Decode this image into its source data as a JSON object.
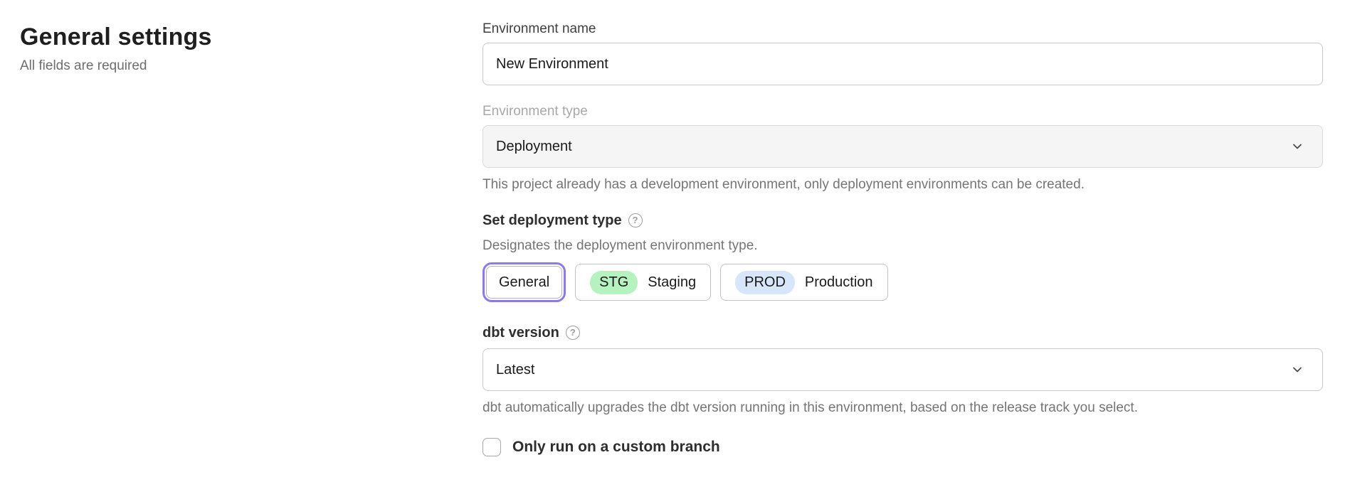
{
  "page": {
    "title": "General settings",
    "subtitle": "All fields are required"
  },
  "icons": {
    "help_glyph": "?"
  },
  "colors": {
    "accent_purple": "#8a7ce8",
    "badge_green": "#b6f2c0",
    "badge_blue": "#d8e6fb",
    "disabled_bg": "#f5f5f5"
  },
  "form": {
    "environment_name": {
      "label": "Environment name",
      "value": "New Environment"
    },
    "environment_type": {
      "label": "Environment type",
      "value": "Deployment",
      "disabled": true,
      "helper": "This project already has a development environment, only deployment environments can be created."
    },
    "deployment_type": {
      "label": "Set deployment type",
      "description": "Designates the deployment environment type.",
      "options": [
        {
          "label": "General",
          "selected": true
        },
        {
          "badge": "STG",
          "label": "Staging",
          "badge_color": "#b6f2c0",
          "selected": false
        },
        {
          "badge": "PROD",
          "label": "Production",
          "badge_color": "#d8e6fb",
          "selected": false
        }
      ]
    },
    "dbt_version": {
      "label": "dbt version",
      "value": "Latest",
      "helper": "dbt automatically upgrades the dbt version running in this environment, based on the release track you select."
    },
    "custom_branch": {
      "label": "Only run on a custom branch",
      "checked": false
    }
  }
}
